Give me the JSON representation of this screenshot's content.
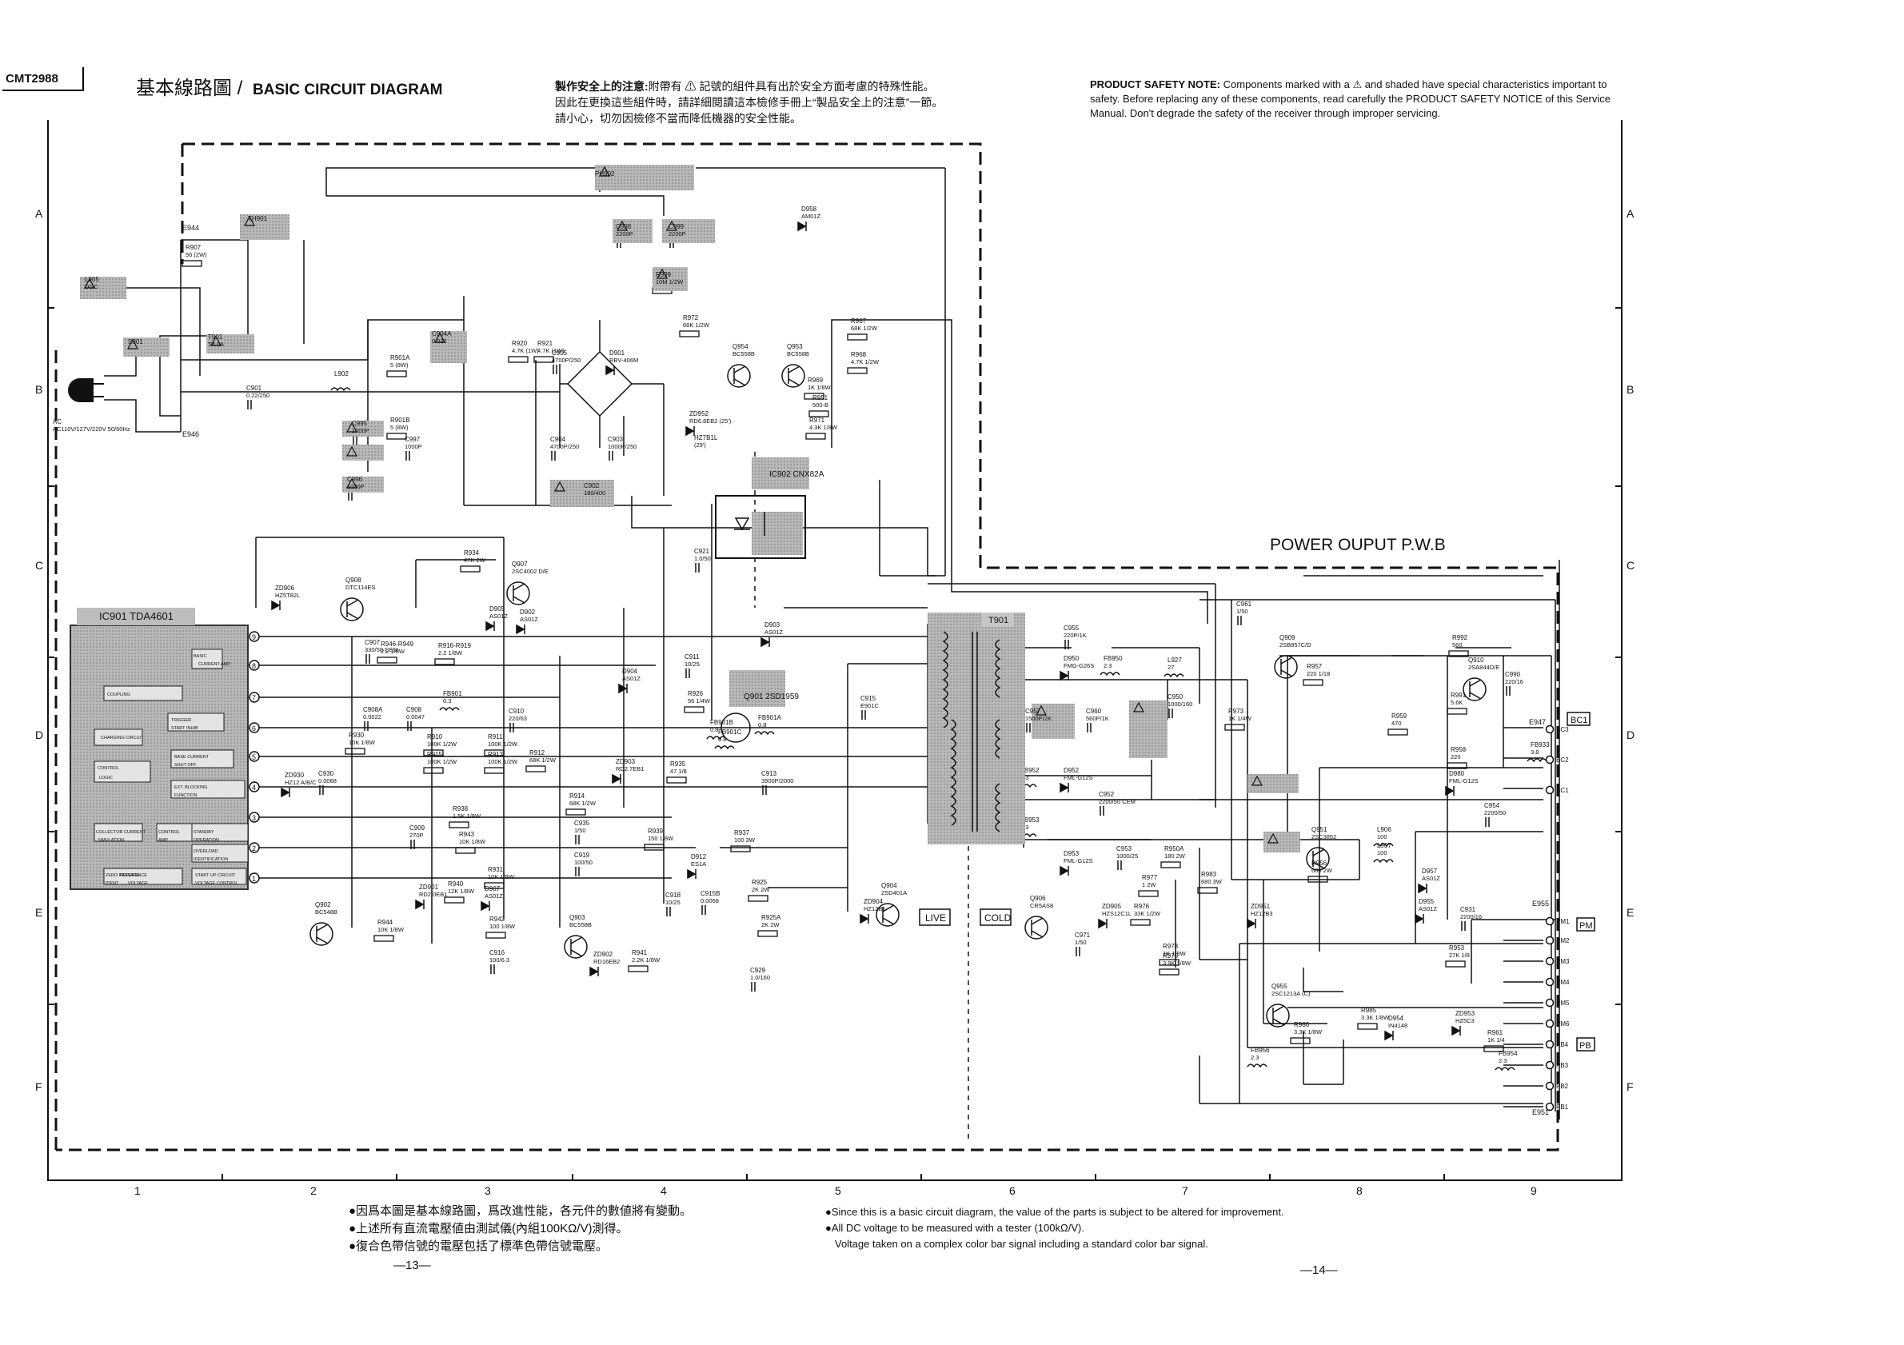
{
  "header": {
    "model": "CMT2988",
    "title_cn": "基本線路圖",
    "title_sep": "/",
    "title_en": "BASIC CIRCUIT DIAGRAM",
    "cn_note_label": "製作安全上的注意:",
    "cn_note_lines": [
      "附帶有 ⚠ 記號的組件具有出於安全方面考慮的特殊性能。",
      "因此在更換這些組件時，請詳細閱讀這本檢修手冊上“製品安全上的注意”一節。",
      "請小心，切勿因檢修不當而降低機器的安全性能。"
    ],
    "en_note_label": "PRODUCT SAFETY NOTE:",
    "en_note_lines": [
      "Components marked with a ⚠ and shaded have special characteristics important to",
      "safety. Before replacing any of these components, read carefully the PRODUCT SAFETY NOTICE of this Service",
      "Manual. Don't degrade the safety of the receiver through improper servicing."
    ]
  },
  "board_label": "POWER OUPUT P.W.B",
  "grid": {
    "rows": [
      "A",
      "B",
      "C",
      "D",
      "E",
      "F"
    ],
    "cols": [
      "1",
      "2",
      "3",
      "4",
      "5",
      "6",
      "7",
      "8",
      "9"
    ]
  },
  "footer": {
    "cn_notes": [
      "●因爲本圖是基本線路圖，爲改進性能，各元件的數値將有變動。",
      "●上述所有直流電壓値由測試儀(內組100KΩ/V)測得。",
      "●復合色帶信號的電壓包括了標準色帶信號電壓。"
    ],
    "en_notes": [
      "●Since this is a basic circuit diagram, the value of the parts is subject to be altered for improvement.",
      "●All DC voltage to be measured with a tester (100kΩ/V).",
      "Voltage taken on a complex color bar signal including a standard color bar signal."
    ],
    "page_left": "—13—",
    "page_right": "—14—"
  },
  "ic901": {
    "label": "IC901 TDA4601",
    "blocks": [
      "BASIC",
      "CURRENT AMP",
      "COUPLING",
      "CHARGING CIRCUIT",
      "CONTROL",
      "LOGIC",
      "TRIGGER",
      "START INHIB",
      "BASE CURRENT",
      "SHUT OFF",
      "EXT. BLOCKING",
      "FUNCTION",
      "COLLECTOR CURRENT",
      "SIMULATION",
      "CONTROL",
      "AMP",
      "STANDBY",
      "OPERATION",
      "OVERLOAD",
      "IDENTIFICATION",
      "ZERO PASSAGE",
      "IDENT",
      "START UP CIRCUIT",
      "VOLTAGE CONTROL",
      "REFERENCE",
      "VOLTAGE"
    ],
    "pins": [
      "9",
      "8",
      "7",
      "6",
      "5",
      "4",
      "3",
      "2",
      "1"
    ]
  },
  "labels": {
    "live": "LIVE",
    "cold": "COLD",
    "bc1": "BC1",
    "pm": "PM",
    "pb": "PB",
    "t901": "T901",
    "ic902": "IC902 CNX82A",
    "q901": "Q901 2SD1959",
    "e944": "E944",
    "e946": "E946",
    "e947": "E947",
    "e955": "E955",
    "e951": "E951"
  },
  "components": [
    {
      "ref": "R907",
      "val": "56 (2W)"
    },
    {
      "ref": "TH901",
      "val": ""
    },
    {
      "ref": "L905",
      "val": "DGC"
    },
    {
      "ref": "S901",
      "val": ""
    },
    {
      "ref": "T901",
      "val": "T4.0A"
    },
    {
      "ref": "C901",
      "val": "0.22/250"
    },
    {
      "ref": "AC",
      "val": "AC110V/127V/220V 50/60Hz"
    },
    {
      "ref": "L902",
      "val": ""
    },
    {
      "ref": "R901A",
      "val": "5 (8W)"
    },
    {
      "ref": "R901B",
      "val": "5 (8W)"
    },
    {
      "ref": "C995",
      "val": "1000P"
    },
    {
      "ref": "C997",
      "val": "1000P"
    },
    {
      "ref": "C996",
      "val": "1000P"
    },
    {
      "ref": "C904A",
      "val": "0.022"
    },
    {
      "ref": "R920",
      "val": "4.7K (1W)"
    },
    {
      "ref": "R921",
      "val": "4.7K (1W)"
    },
    {
      "ref": "C905",
      "val": "4700P/250"
    },
    {
      "ref": "D901",
      "val": "RBV-406M"
    },
    {
      "ref": "C904",
      "val": "4700P/250"
    },
    {
      "ref": "C903",
      "val": "1000P/250"
    },
    {
      "ref": "C902",
      "val": "180/400"
    },
    {
      "ref": "PH902",
      "val": ""
    },
    {
      "ref": "C998",
      "val": "2200P"
    },
    {
      "ref": "C999",
      "val": "2200P"
    },
    {
      "ref": "R999",
      "val": "10M 1/2W"
    },
    {
      "ref": "D958",
      "val": "AM01Z"
    },
    {
      "ref": "R972",
      "val": "68K 1/2W"
    },
    {
      "ref": "Q954",
      "val": "BC558B"
    },
    {
      "ref": "Q953",
      "val": "BC558B"
    },
    {
      "ref": "R967",
      "val": "68K 1/2W"
    },
    {
      "ref": "R968",
      "val": "4.7K 1/2W"
    },
    {
      "ref": "R969",
      "val": "1K 1/8W"
    },
    {
      "ref": "R951",
      "val": "500-B"
    },
    {
      "ref": "R971",
      "val": "4.3K 1/8W"
    },
    {
      "ref": "ZD952",
      "val": "RD6.8EB2 (25')"
    },
    {
      "ref": "HZ7B1L",
      "val": "(29')"
    },
    {
      "ref": "R934",
      "val": "47K 2W"
    },
    {
      "ref": "Q907",
      "val": "2SC4002 D/E"
    },
    {
      "ref": "ZD906",
      "val": "HZ5T82L"
    },
    {
      "ref": "Q908",
      "val": "DTC114ES"
    },
    {
      "ref": "D905",
      "val": "AS01Z"
    },
    {
      "ref": "D902",
      "val": "AS01Z"
    },
    {
      "ref": "C921",
      "val": "1.0/50"
    },
    {
      "ref": "D903",
      "val": "AS01Z"
    },
    {
      "ref": "C907",
      "val": "330/50 CEM"
    },
    {
      "ref": "R946-R949",
      "val": "2.2 1/8W"
    },
    {
      "ref": "R916-R919",
      "val": "2.2 1/8W"
    },
    {
      "ref": "FB901",
      "val": "0.3"
    },
    {
      "ref": "C908A",
      "val": "0.0022"
    },
    {
      "ref": "C908",
      "val": "0.0047"
    },
    {
      "ref": "C910",
      "val": "220/63"
    },
    {
      "ref": "C911",
      "val": "10/25"
    },
    {
      "ref": "D904",
      "val": "AS01Z"
    },
    {
      "ref": "ZD903",
      "val": "RD2.7EB1"
    },
    {
      "ref": "R926",
      "val": "56 1/4W"
    },
    {
      "ref": "FB901B",
      "val": "0.8"
    },
    {
      "ref": "FB901C",
      "val": "0.8"
    },
    {
      "ref": "FB901A",
      "val": "0.8"
    },
    {
      "ref": "C915",
      "val": "E901C"
    },
    {
      "ref": "C913",
      "val": "3900P/2000"
    },
    {
      "ref": "R930",
      "val": "10K 1/8W"
    },
    {
      "ref": "ZD930",
      "val": "HZ12 A/B/C"
    },
    {
      "ref": "C930",
      "val": "0.0068"
    },
    {
      "ref": "R910",
      "val": "100K 1/2W"
    },
    {
      "ref": "R911",
      "val": "100K 1/2W"
    },
    {
      "ref": "R915",
      "val": "100K 1/2W"
    },
    {
      "ref": "R913",
      "val": "100K 1/2W"
    },
    {
      "ref": "R912",
      "val": "68K 1/2W"
    },
    {
      "ref": "R914",
      "val": "68K 1/2W"
    },
    {
      "ref": "R935",
      "val": "47 1/8"
    },
    {
      "ref": "R938",
      "val": "1.5K 1/8W"
    },
    {
      "ref": "C909",
      "val": "270P"
    },
    {
      "ref": "R943",
      "val": "10K 1/8W"
    },
    {
      "ref": "C935",
      "val": "1/50"
    },
    {
      "ref": "R939",
      "val": "150 1/8W"
    },
    {
      "ref": "R937",
      "val": "100 3W"
    },
    {
      "ref": "R931",
      "val": "10K 1/8W"
    },
    {
      "ref": "R940",
      "val": "12K 1/8W"
    },
    {
      "ref": "C919",
      "val": "100/50"
    },
    {
      "ref": "ZD901",
      "val": "RD2.0EB1"
    },
    {
      "ref": "D907",
      "val": "AS01Z"
    },
    {
      "ref": "D912",
      "val": "ES1A"
    },
    {
      "ref": "R925",
      "val": "2K 2W"
    },
    {
      "ref": "C918",
      "val": "10/25"
    },
    {
      "ref": "C915B",
      "val": "0.0068"
    },
    {
      "ref": "R925A",
      "val": "2K 2W"
    },
    {
      "ref": "ZD904",
      "val": "HZ12B1"
    },
    {
      "ref": "Q904",
      "val": "2SD401A"
    },
    {
      "ref": "Q902",
      "val": "BC548B"
    },
    {
      "ref": "R944",
      "val": "10K 1/8W"
    },
    {
      "ref": "R942",
      "val": "100 1/8W"
    },
    {
      "ref": "C916",
      "val": "100/6.3"
    },
    {
      "ref": "Q903",
      "val": "BC558B"
    },
    {
      "ref": "ZD902",
      "val": "RD16EB2"
    },
    {
      "ref": "R941",
      "val": "2.2K 1/8W"
    },
    {
      "ref": "C929",
      "val": "1.0/160"
    },
    {
      "ref": "C955",
      "val": "220P/1K"
    },
    {
      "ref": "D950",
      "val": "FMG-G26S"
    },
    {
      "ref": "FB950",
      "val": "2.3"
    },
    {
      "ref": "L927",
      "val": "27"
    },
    {
      "ref": "C950",
      "val": "1000/160"
    },
    {
      "ref": "C957",
      "val": "1500P/2K"
    },
    {
      "ref": "C960",
      "val": "560P/1K"
    },
    {
      "ref": "R973",
      "val": "1K 1/4W"
    },
    {
      "ref": "C961",
      "val": "1/50"
    },
    {
      "ref": "FB952",
      "val": "2.3"
    },
    {
      "ref": "D952",
      "val": "FML-G12S"
    },
    {
      "ref": "C952",
      "val": "2200/50 CEM"
    },
    {
      "ref": "FB953",
      "val": "2.3"
    },
    {
      "ref": "D953",
      "val": "FML-G12S"
    },
    {
      "ref": "C953",
      "val": "1000/25"
    },
    {
      "ref": "R950A",
      "val": "180 2W"
    },
    {
      "ref": "R977",
      "val": "1 2W"
    },
    {
      "ref": "Q906",
      "val": "CR5AS8"
    },
    {
      "ref": "ZD905",
      "val": "HZS12C1L"
    },
    {
      "ref": "C971",
      "val": "1/50"
    },
    {
      "ref": "R976",
      "val": "33K 1/2W"
    },
    {
      "ref": "R978",
      "val": "1K 1/8W"
    },
    {
      "ref": "R975",
      "val": "3.9K 1/8W"
    },
    {
      "ref": "Q909",
      "val": "2SB857C/D"
    },
    {
      "ref": "R957",
      "val": "220 1/18"
    },
    {
      "ref": "R992",
      "val": "560"
    },
    {
      "ref": "Q910",
      "val": "2SA844D/E"
    },
    {
      "ref": "C990",
      "val": "220/16"
    },
    {
      "ref": "R991",
      "val": "5.6K"
    },
    {
      "ref": "R959",
      "val": "470"
    },
    {
      "ref": "R958",
      "val": "220"
    },
    {
      "ref": "FB933",
      "val": "3.8"
    },
    {
      "ref": "D980",
      "val": "FML-G12S"
    },
    {
      "ref": "C954",
      "val": "2200/50"
    },
    {
      "ref": "Q951",
      "val": "2SC3852"
    },
    {
      "ref": "L906",
      "val": "100"
    },
    {
      "ref": "L907",
      "val": "100"
    },
    {
      "ref": "R956",
      "val": "680 2W"
    },
    {
      "ref": "R983",
      "val": "680 3W"
    },
    {
      "ref": "ZD951",
      "val": "HZ12B3"
    },
    {
      "ref": "D957",
      "val": "AS01Z"
    },
    {
      "ref": "D955",
      "val": "AS01Z"
    },
    {
      "ref": "C931",
      "val": "2200/16"
    },
    {
      "ref": "R953",
      "val": "27K 1/8"
    },
    {
      "ref": "Q955",
      "val": "2SC1213A (C)"
    },
    {
      "ref": "R985",
      "val": "3.3K 1/8W"
    },
    {
      "ref": "D954",
      "val": "IN4148"
    },
    {
      "ref": "ZD953",
      "val": "HZ5C3"
    },
    {
      "ref": "R986",
      "val": "3.3K 1/8W"
    },
    {
      "ref": "R961",
      "val": "1K 1/4"
    },
    {
      "ref": "FB954",
      "val": "2.3"
    },
    {
      "ref": "FB956",
      "val": "2.3"
    }
  ],
  "connector_pins": [
    "BC3",
    "BC2",
    "BC1",
    "PM1",
    "PM2",
    "PM3",
    "PM4",
    "PM5",
    "PM6",
    "PB4",
    "PB3",
    "PB2",
    "PB1"
  ]
}
